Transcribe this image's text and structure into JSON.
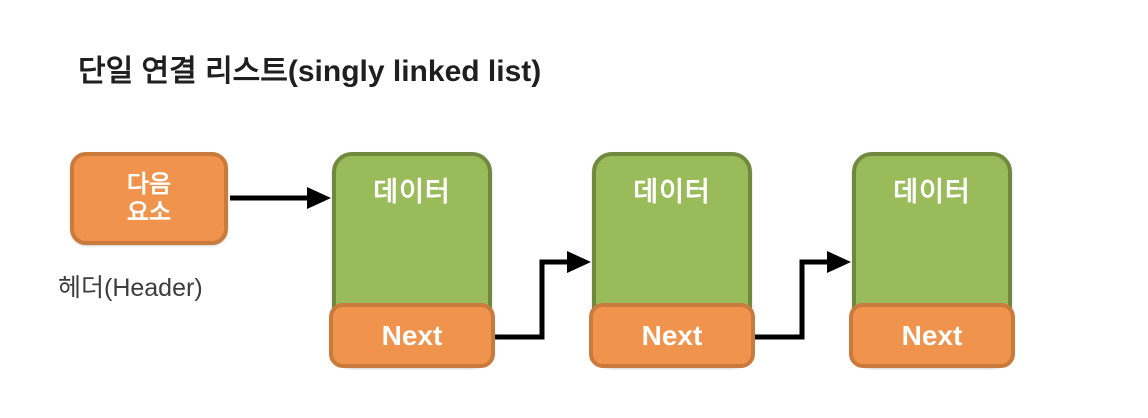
{
  "title": "단일 연결 리스트(singly linked list)",
  "header_box": {
    "line1": "다음",
    "line2": "요소"
  },
  "header_label": "헤더(Header)",
  "nodes": [
    {
      "data_label": "데이터",
      "next_label": "Next"
    },
    {
      "data_label": "데이터",
      "next_label": "Next"
    },
    {
      "data_label": "데이터",
      "next_label": "Next"
    }
  ],
  "colors": {
    "background": "#FFFFFF",
    "node_fill_green": "#9ABB59",
    "node_border_green": "#71893F",
    "pointer_fill_orange": "#F0944D",
    "pointer_border_orange": "#C97A3D",
    "arrow_black": "#000000",
    "title_text": "#1F1F1F",
    "header_label_text": "#3D3D3D",
    "box_text": "#FFFFFF"
  }
}
